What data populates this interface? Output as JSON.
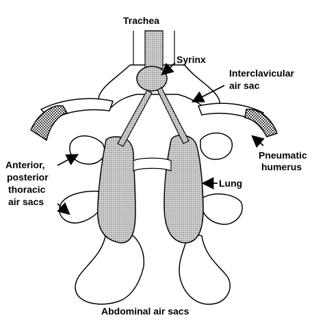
{
  "labels": {
    "trachea": "Trachea",
    "syrinx": "Syrinx",
    "interclavicular_1": "Interclavicular",
    "interclavicular_2": "air sac",
    "pneumatic_1": "Pneumatic",
    "pneumatic_2": "humerus",
    "anterior_1": "Anterior,",
    "anterior_2": "posterior",
    "anterior_3": "thoracic",
    "anterior_4": "air sacs",
    "lung": "Lung",
    "abdominal": "Abdominal air sacs"
  },
  "colors": {
    "outline": "#000000",
    "lung_fill": "#8a8a8a",
    "airway_fill": "#b5b5b5",
    "background": "#ffffff"
  }
}
